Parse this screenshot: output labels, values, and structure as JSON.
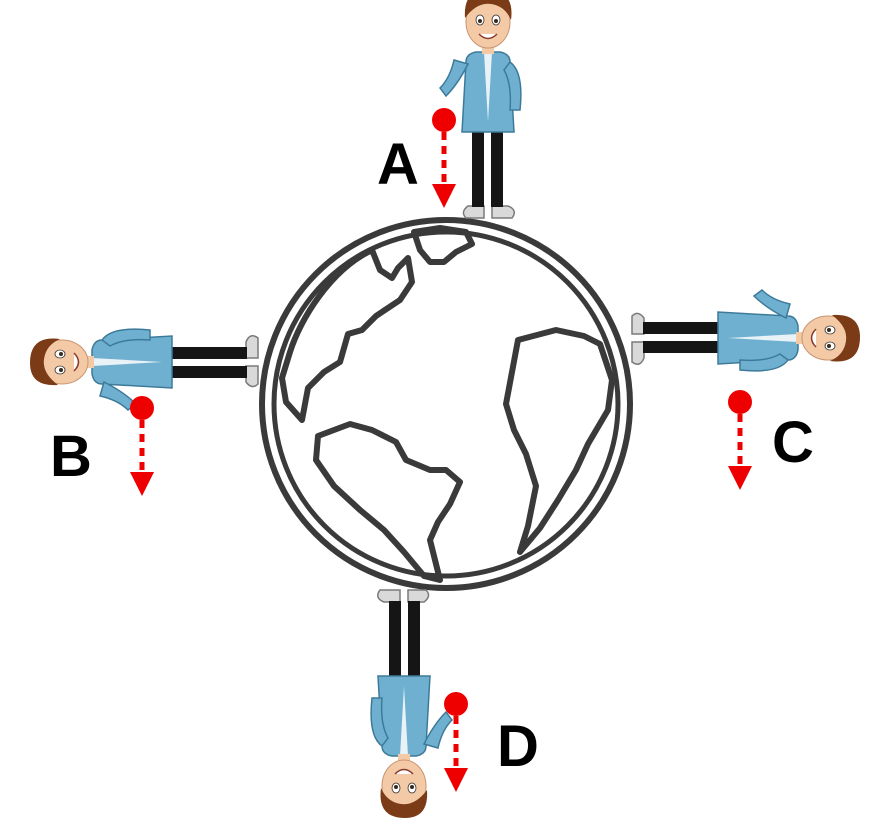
{
  "labels": {
    "a": "A",
    "b": "B",
    "c": "C",
    "d": "D"
  },
  "colors": {
    "earth_outline": "#3a3a3a",
    "drop_ball": "#ee0000",
    "arrow": "#ee0000",
    "shirt": "#6fb0d0",
    "trousers": "#151515",
    "hair": "#7a3b16",
    "skin": "#f4c9a6"
  },
  "icons": {
    "earth": "globe-outline-icon",
    "person": "standing-man-icon",
    "ball": "falling-ball-icon",
    "arrow": "gravity-arrow-icon"
  }
}
